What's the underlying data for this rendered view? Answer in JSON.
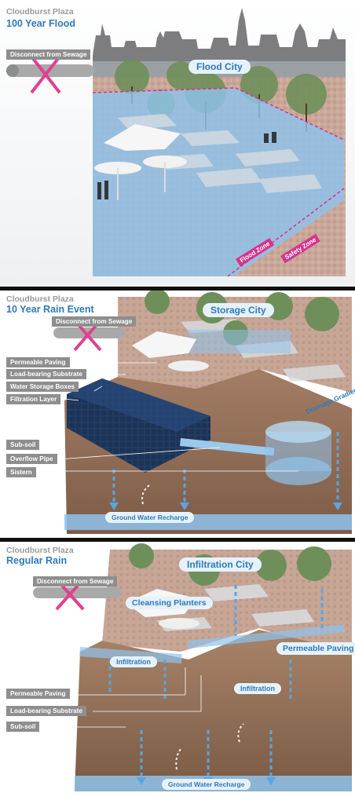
{
  "panels": [
    {
      "subtitle": "Cloudburst Plaza",
      "title": "100 Year Flood",
      "disconnect": "Disconnect from Sewage",
      "city": "Flood City",
      "zones": [
        "Flood Zone",
        "Safety Zone"
      ]
    },
    {
      "subtitle": "Cloudburst Plaza",
      "title": "10 Year Rain Event",
      "disconnect": "Disconnect from Sewage",
      "city": "Storage City",
      "layers": [
        "Permeable Paving",
        "Load-bearing Substrate",
        "Water Storage Boxes",
        "Filtration Layer",
        "Sub-soil",
        "Overflow Pipe",
        "Sistern"
      ],
      "gradient": "Drainage Gradient",
      "recharge": "Ground Water Recharge"
    },
    {
      "subtitle": "Cloudburst Plaza",
      "title": "Regular Rain",
      "disconnect": "Disconnect from Sewage",
      "city": "Infiltration City",
      "planters": "Cleansing Planters",
      "paving": "Permeable Paving",
      "infiltration": [
        "Infiltration",
        "Infiltration"
      ],
      "layers": [
        "Permeable Paving",
        "Load-bearing Substrate",
        "Sub-soil"
      ],
      "recharge": "Ground Water Recharge"
    }
  ],
  "colors": {
    "accent": "#2f79b9",
    "zone": "#d6358c",
    "cross": "#e0408f",
    "tag": "#8e8e8e"
  }
}
